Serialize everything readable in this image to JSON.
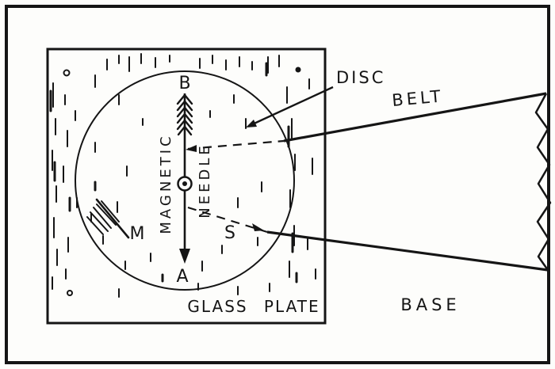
{
  "figure": {
    "labels": {
      "b": "B",
      "a": "A",
      "m": "M",
      "s": "S",
      "magnetic": "MAGNETIC",
      "needle": "NEEDLE",
      "disc": "DISC",
      "belt": "BELT",
      "glass_plate": "GLASS PLATE",
      "base": "BASE"
    },
    "colors": {
      "ink": "#151515",
      "paper": "#fdfdfb"
    }
  }
}
